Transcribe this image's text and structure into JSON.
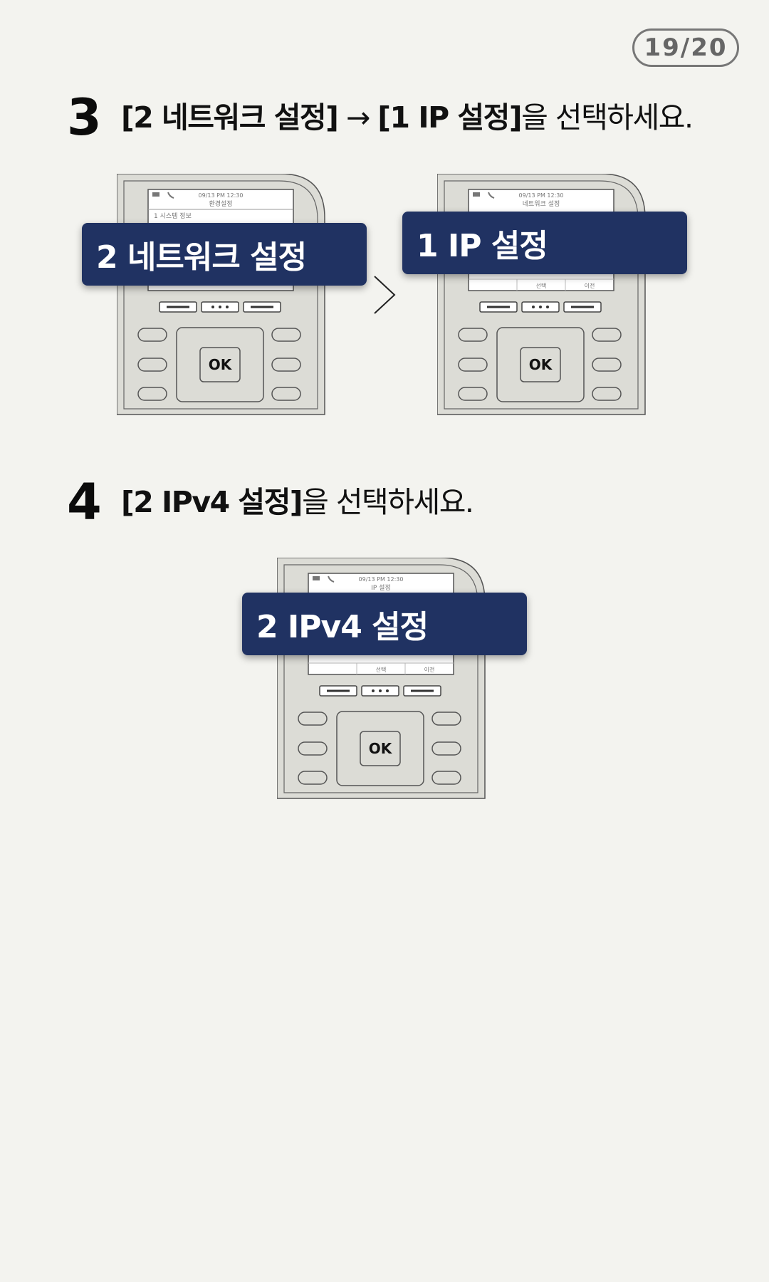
{
  "page_badge": "19/20",
  "steps": [
    {
      "number": "3",
      "text_bold_1": "[2 네트워크 설정]",
      "text_arrow": " → ",
      "text_bold_2": "[1 IP 설정]",
      "text_rest": "을 선택하세요.",
      "phones": [
        {
          "datetime": "09/13 PM 12:30",
          "screen_title": "환경설정",
          "menu_item": "1  시스템 정보",
          "softkey_left": "",
          "softkey_right": "",
          "ok_label": "OK",
          "callout": "2  네트워크 설정"
        },
        {
          "datetime": "09/13 PM 12:30",
          "screen_title": "네트워크 설정",
          "menu_item": "",
          "softkey_left": "선택",
          "softkey_right": "이전",
          "ok_label": "OK",
          "callout": "1  IP 설정"
        }
      ]
    },
    {
      "number": "4",
      "text_bold_1": "[2 IPv4 설정]",
      "text_rest": "을 선택하세요.",
      "phones": [
        {
          "datetime": "09/13 PM 12:30",
          "screen_title": "IP 설정",
          "menu_item": "",
          "softkey_left": "선택",
          "softkey_right": "이전",
          "ok_label": "OK",
          "callout": "2  IPv4 설정"
        }
      ]
    }
  ],
  "icons": [
    "ethernet-icon",
    "phone-icon",
    "chevron-right-icon"
  ],
  "colors": {
    "callout_bg": "#203262",
    "phone_body": "#dcdcd6",
    "background": "#f3f3ef"
  }
}
